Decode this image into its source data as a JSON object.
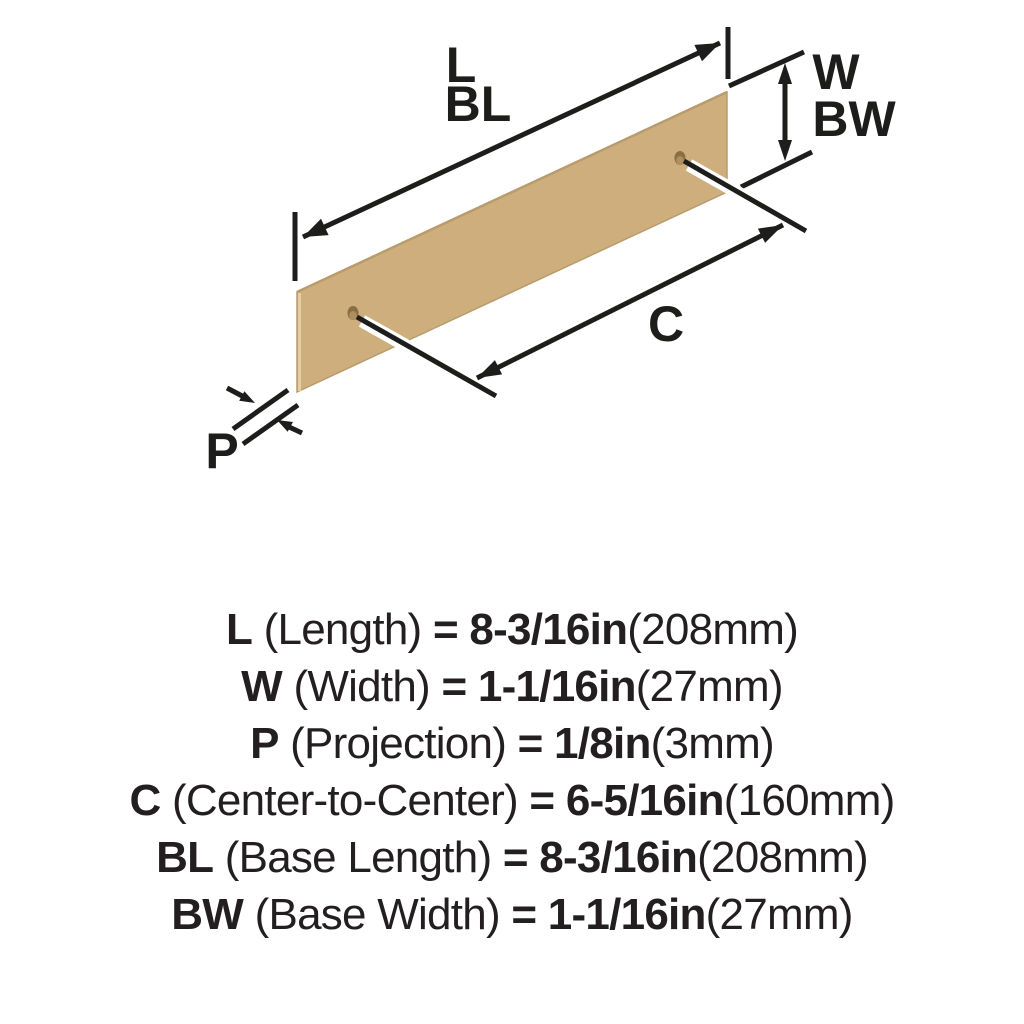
{
  "colors": {
    "background": "#ffffff",
    "plate": "#cdae7c",
    "plate_edge": "#b99c6d",
    "plate_highlight": "#e3cfa3",
    "hole_outer": "#8a6f45",
    "hole_inner": "#b08f5f",
    "line": "#1d1d1b",
    "text": "#231f20"
  },
  "diagram": {
    "labels": {
      "length": "L",
      "base_length": "BL",
      "width": "W",
      "base_width": "BW",
      "center_to_center": "C",
      "projection": "P"
    }
  },
  "specs": [
    {
      "abbr": "L",
      "name": "(Length)",
      "eq": "=",
      "value": "8-3/16in",
      "metric": "(208mm)"
    },
    {
      "abbr": "W",
      "name": "(Width)",
      "eq": "=",
      "value": "1-1/16in",
      "metric": "(27mm)"
    },
    {
      "abbr": "P",
      "name": "(Projection)",
      "eq": "=",
      "value": "1/8in",
      "metric": "(3mm)"
    },
    {
      "abbr": "C",
      "name": "(Center-to-Center)",
      "eq": "=",
      "value": "6-5/16in",
      "metric": "(160mm)"
    },
    {
      "abbr": "BL",
      "name": "(Base Length)",
      "eq": "=",
      "value": "8-3/16in",
      "metric": "(208mm)"
    },
    {
      "abbr": "BW",
      "name": "(Base Width)",
      "eq": "=",
      "value": "1-1/16in",
      "metric": "(27mm)"
    }
  ]
}
